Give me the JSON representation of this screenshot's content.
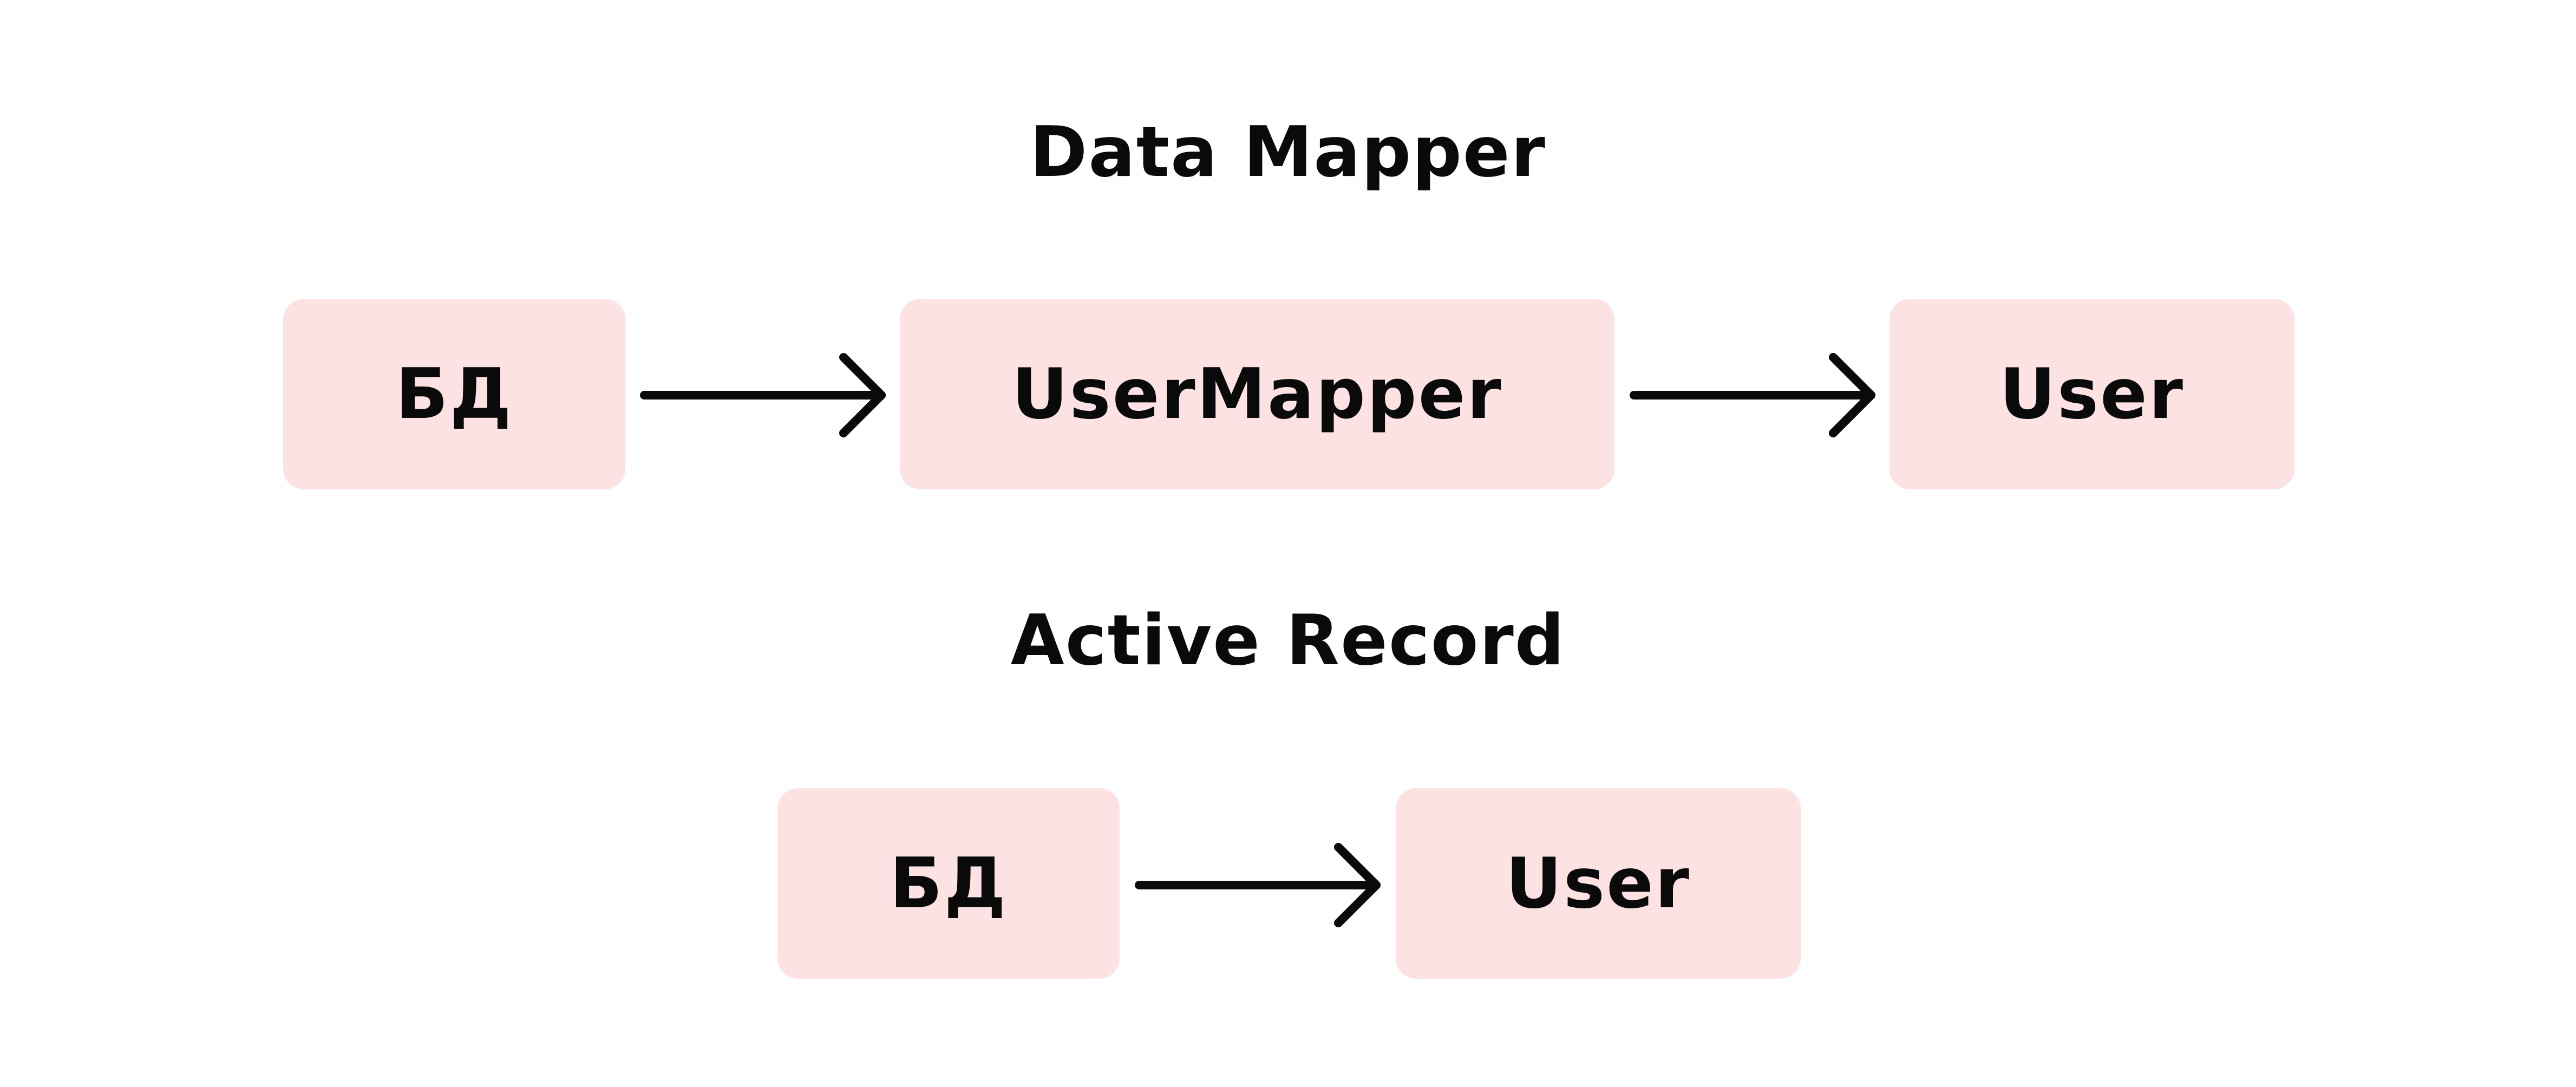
{
  "colors": {
    "box_fill": "#fde2e3",
    "text": "#0a0a0a",
    "arrow": "#0a0a0a",
    "background": "#ffffff"
  },
  "data_mapper": {
    "title": "Data Mapper",
    "nodes": {
      "db": "БД",
      "mapper": "UserMapper",
      "user": "User"
    }
  },
  "active_record": {
    "title": "Active Record",
    "nodes": {
      "db": "БД",
      "user": "User"
    }
  }
}
